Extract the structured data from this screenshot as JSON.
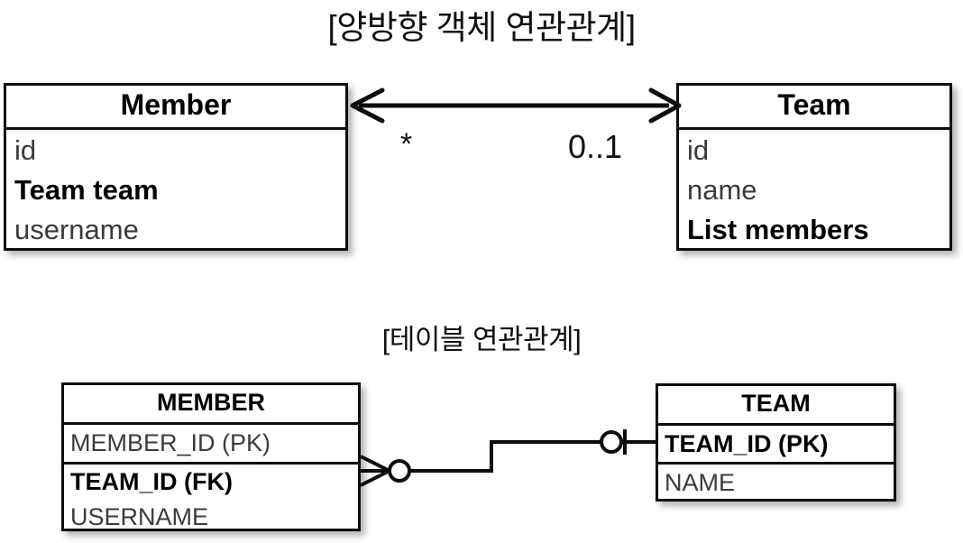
{
  "diagram": {
    "background_color": "#ffffff",
    "line_color": "#0d0d0d",
    "text_color": "#111111",
    "muted_text_color": "#3b3b3b"
  },
  "sections": {
    "object_association": {
      "title": "[양방향 객체 연관관계]",
      "classes": [
        {
          "name": "Member",
          "attributes": [
            {
              "text": "id",
              "emphasis": false
            },
            {
              "text": "Team team",
              "emphasis": true
            },
            {
              "text": "username",
              "emphasis": false
            }
          ]
        },
        {
          "name": "Team",
          "attributes": [
            {
              "text": "id",
              "emphasis": false
            },
            {
              "text": "name",
              "emphasis": false
            },
            {
              "text": "List members",
              "emphasis": true
            }
          ]
        }
      ],
      "association": {
        "style": "bidirectional-double-arrow",
        "source_multiplicity": "*",
        "target_multiplicity": "0..1"
      }
    },
    "table_association": {
      "title": "[테이블 연관관계]",
      "tables": [
        {
          "name": "MEMBER",
          "columns": [
            {
              "text": "MEMBER_ID (PK)",
              "emphasis": false
            },
            {
              "text": "TEAM_ID (FK)",
              "emphasis": true
            },
            {
              "text": "USERNAME",
              "emphasis": false
            }
          ]
        },
        {
          "name": "TEAM",
          "columns": [
            {
              "text": "TEAM_ID (PK)",
              "emphasis": true
            },
            {
              "text": "NAME",
              "emphasis": false
            }
          ]
        }
      ],
      "relationship": {
        "style": "crows-foot",
        "member_side_notation": "zero-or-many",
        "team_side_notation": "zero-or-one"
      }
    }
  }
}
